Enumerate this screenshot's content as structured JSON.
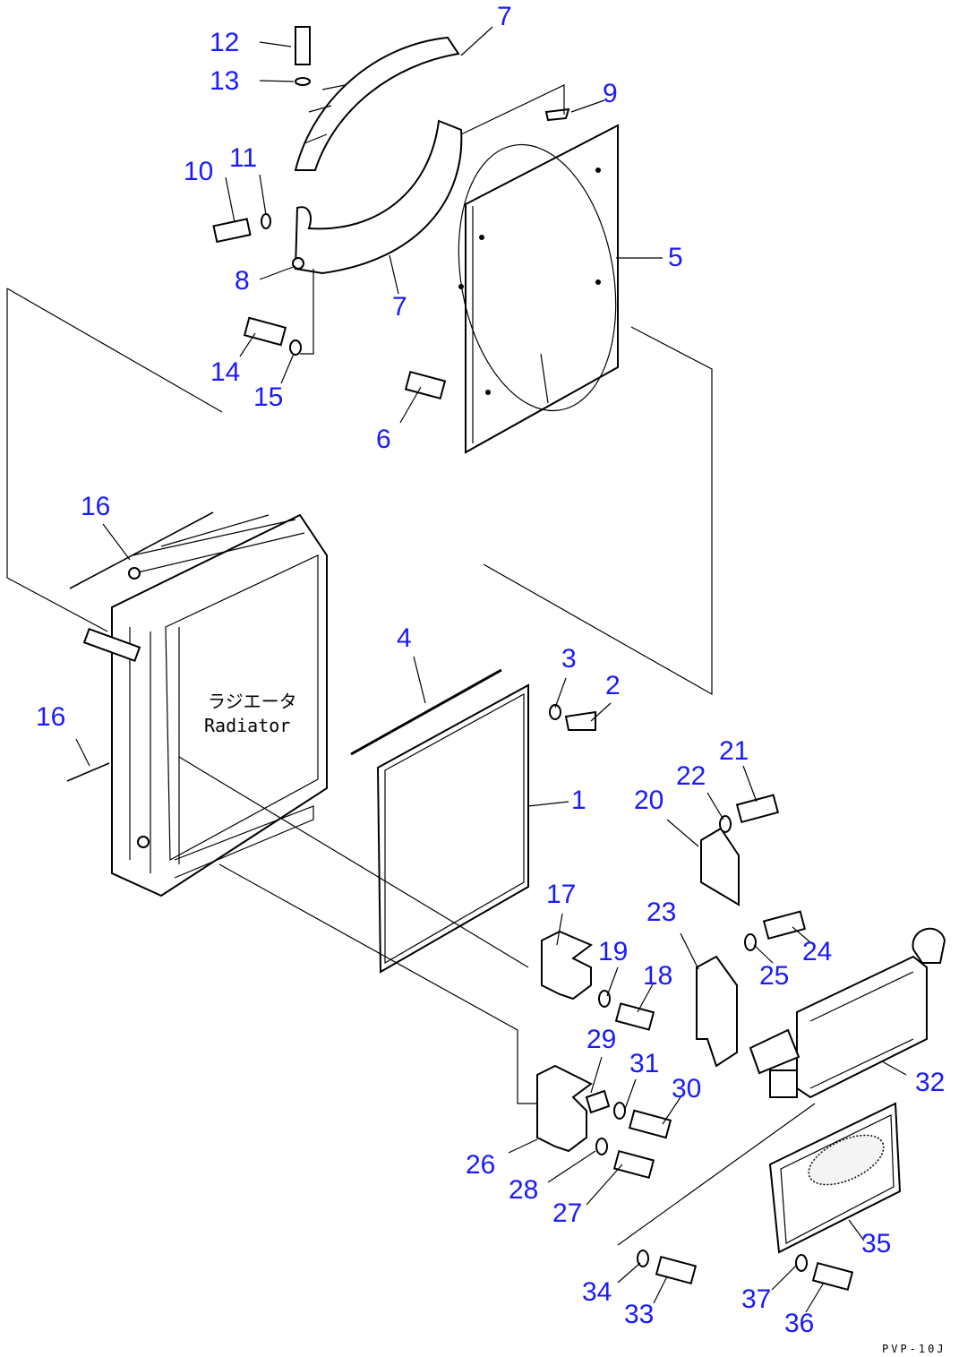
{
  "diagram": {
    "radiator_label_jp": "ラジエータ",
    "radiator_label_en": "Radiator",
    "drawing_code": "PVP-10J",
    "callouts": [
      "1",
      "2",
      "3",
      "4",
      "5",
      "6",
      "7",
      "7",
      "8",
      "9",
      "10",
      "11",
      "12",
      "13",
      "14",
      "15",
      "16",
      "16",
      "17",
      "18",
      "19",
      "20",
      "21",
      "22",
      "23",
      "24",
      "25",
      "26",
      "27",
      "28",
      "29",
      "30",
      "31",
      "32",
      "33",
      "34",
      "35",
      "36",
      "37"
    ],
    "label_color": "#1a1aff"
  }
}
